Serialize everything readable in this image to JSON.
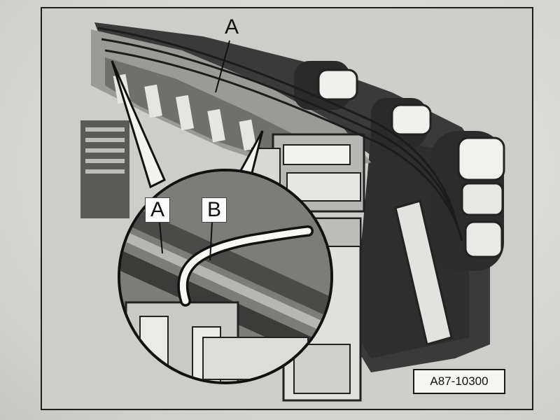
{
  "figure": {
    "callouts": {
      "a_top": "A",
      "a_detail": "A",
      "b_detail": "B"
    },
    "figure_code": "A87-10300"
  },
  "colors": {
    "paper": "#d9d9d6",
    "frame": "#1e1e1e",
    "dark_part": "#2f2f2f",
    "mid_part": "#8a8a87",
    "light_part": "#e9e9e6"
  }
}
